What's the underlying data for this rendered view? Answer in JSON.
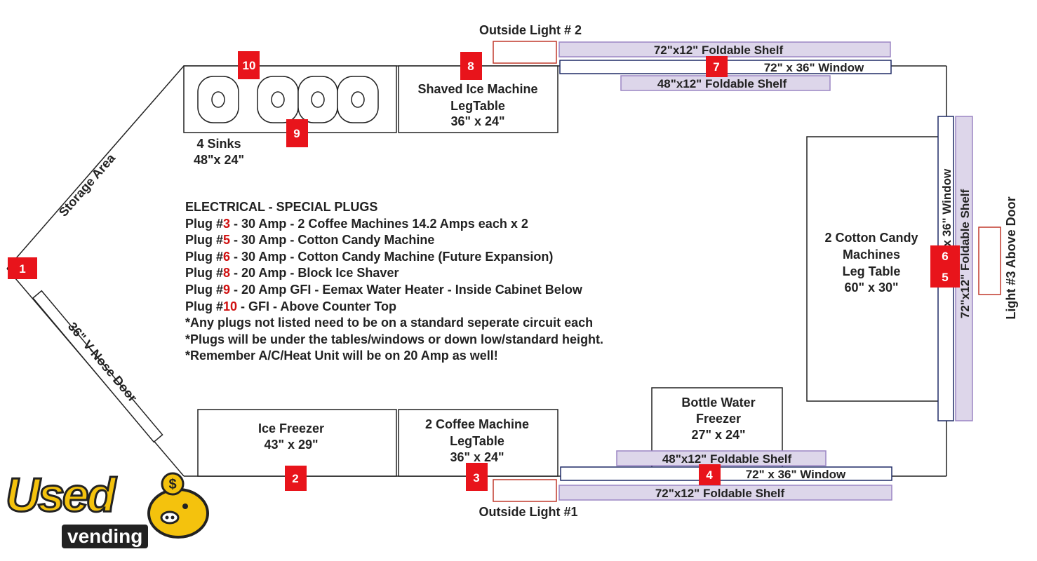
{
  "colors": {
    "badge": "#e8141b",
    "shelf_fill": "#ddd6ea",
    "shelf_border": "#9b86c4",
    "window_border": "#1f2a66",
    "light_border": "#c0392b",
    "note_number": "#d01010",
    "logo_yellow": "#f4c20d"
  },
  "labels": {
    "outside_light_2": "Outside Light # 2",
    "outside_light_1": "Outside Light #1",
    "light_3": "Light #3 Above Door",
    "storage_area": "Storage Area",
    "v_nose_door": "36\" V-Nose Door",
    "sinks_line1": "4 Sinks",
    "sinks_line2": "48\"x 24\"",
    "shaved_ice_line1": "Shaved Ice Machine",
    "shaved_ice_line2": "LegTable",
    "shaved_ice_line3": "36\" x 24\"",
    "cotton_line1": "2 Cotton Candy",
    "cotton_line2": "Machines",
    "cotton_line3": "Leg Table",
    "cotton_line4": "60\" x 30\"",
    "ice_freezer_line1": "Ice Freezer",
    "ice_freezer_line2": "43\" x 29\"",
    "coffee_line1": "2 Coffee Machine",
    "coffee_line2": "LegTable",
    "coffee_line3": "36\" x 24\"",
    "bottle_line1": "Bottle Water",
    "bottle_line2": "Freezer",
    "bottle_line3": "27\" x 24\""
  },
  "shelves": {
    "top_72": "72\"x12\" Foldable Shelf",
    "top_48": "48\"x12\" Foldable Shelf",
    "right_72": "72\"x12\" Foldable Shelf",
    "bottom_48": "48\"x12\" Foldable Shelf",
    "bottom_72": "72\"x12\" Foldable Shelf"
  },
  "windows": {
    "top": "72\" x 36\" Window",
    "right": "72\" x 36\" Window",
    "bottom": "72\" x 36\" Window"
  },
  "plugs": {
    "p1": "1",
    "p2": "2",
    "p3": "3",
    "p4": "4",
    "p5": "5",
    "p6": "6",
    "p7": "7",
    "p8": "8",
    "p9": "9",
    "p10": "10"
  },
  "notes": {
    "heading": "ELECTRICAL - SPECIAL PLUGS",
    "items": [
      {
        "prefix": "Plug #",
        "num": "3",
        "text": " - 30 Amp - 2 Coffee Machines 14.2 Amps each x 2"
      },
      {
        "prefix": "Plug #",
        "num": "5",
        "text": " - 30 Amp - Cotton Candy Machine"
      },
      {
        "prefix": "Plug #",
        "num": "6",
        "text": " - 30 Amp - Cotton Candy Machine (Future Expansion)"
      },
      {
        "prefix": "Plug #",
        "num": "8",
        "text": " - 20 Amp - Block Ice Shaver"
      },
      {
        "prefix": "Plug #",
        "num": "9",
        "text": " - 20 Amp GFI - Eemax Water Heater - Inside Cabinet Below"
      },
      {
        "prefix": "Plug #",
        "num": "10",
        "text": " - GFI - Above Counter Top"
      }
    ],
    "footnotes": [
      "*Any plugs not listed need to be on a standard seperate circuit each",
      "*Plugs will be under the tables/windows or down low/standard height.",
      "*Remember A/C/Heat Unit will be on 20 Amp as well!"
    ]
  },
  "logo": {
    "word": "Used",
    "sub": "vending",
    "symbol": "$"
  }
}
